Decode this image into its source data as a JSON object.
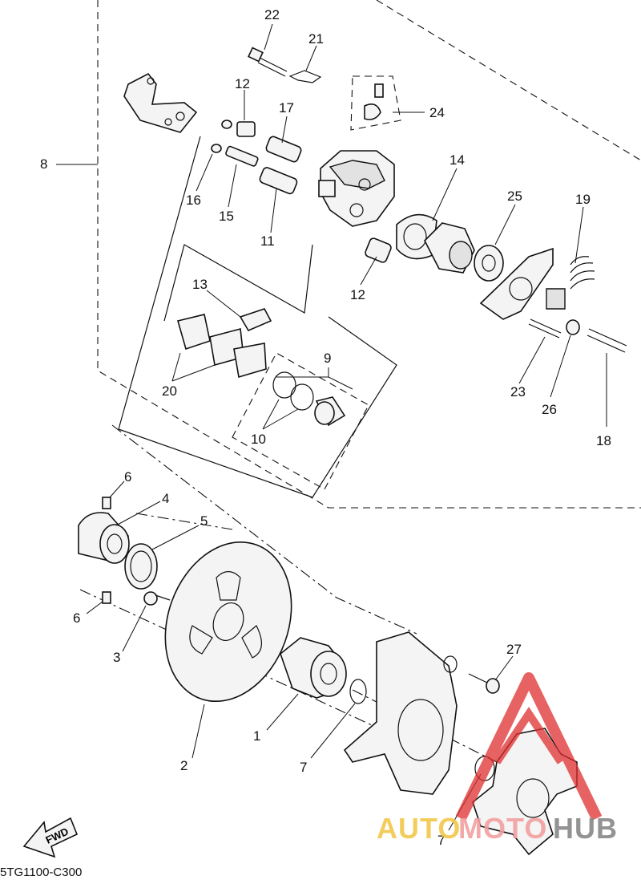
{
  "diagram": {
    "code": "5TG1100-C300",
    "fwd_label": "FWD",
    "callouts": [
      "22",
      "21",
      "12",
      "17",
      "24",
      "8",
      "16",
      "15",
      "11",
      "14",
      "25",
      "19",
      "12",
      "13",
      "9",
      "20",
      "10",
      "23",
      "26",
      "18",
      "6",
      "4",
      "5",
      "6",
      "3",
      "27",
      "1",
      "2",
      "7",
      "7"
    ]
  },
  "watermark": {
    "part1": "AUTO",
    "part2": "MOTO",
    "part3": "HUB",
    "colors": {
      "auto": "#f2c84b",
      "moto": "#f2a0a0",
      "hub": "#888888",
      "logo": "#e03030"
    }
  }
}
